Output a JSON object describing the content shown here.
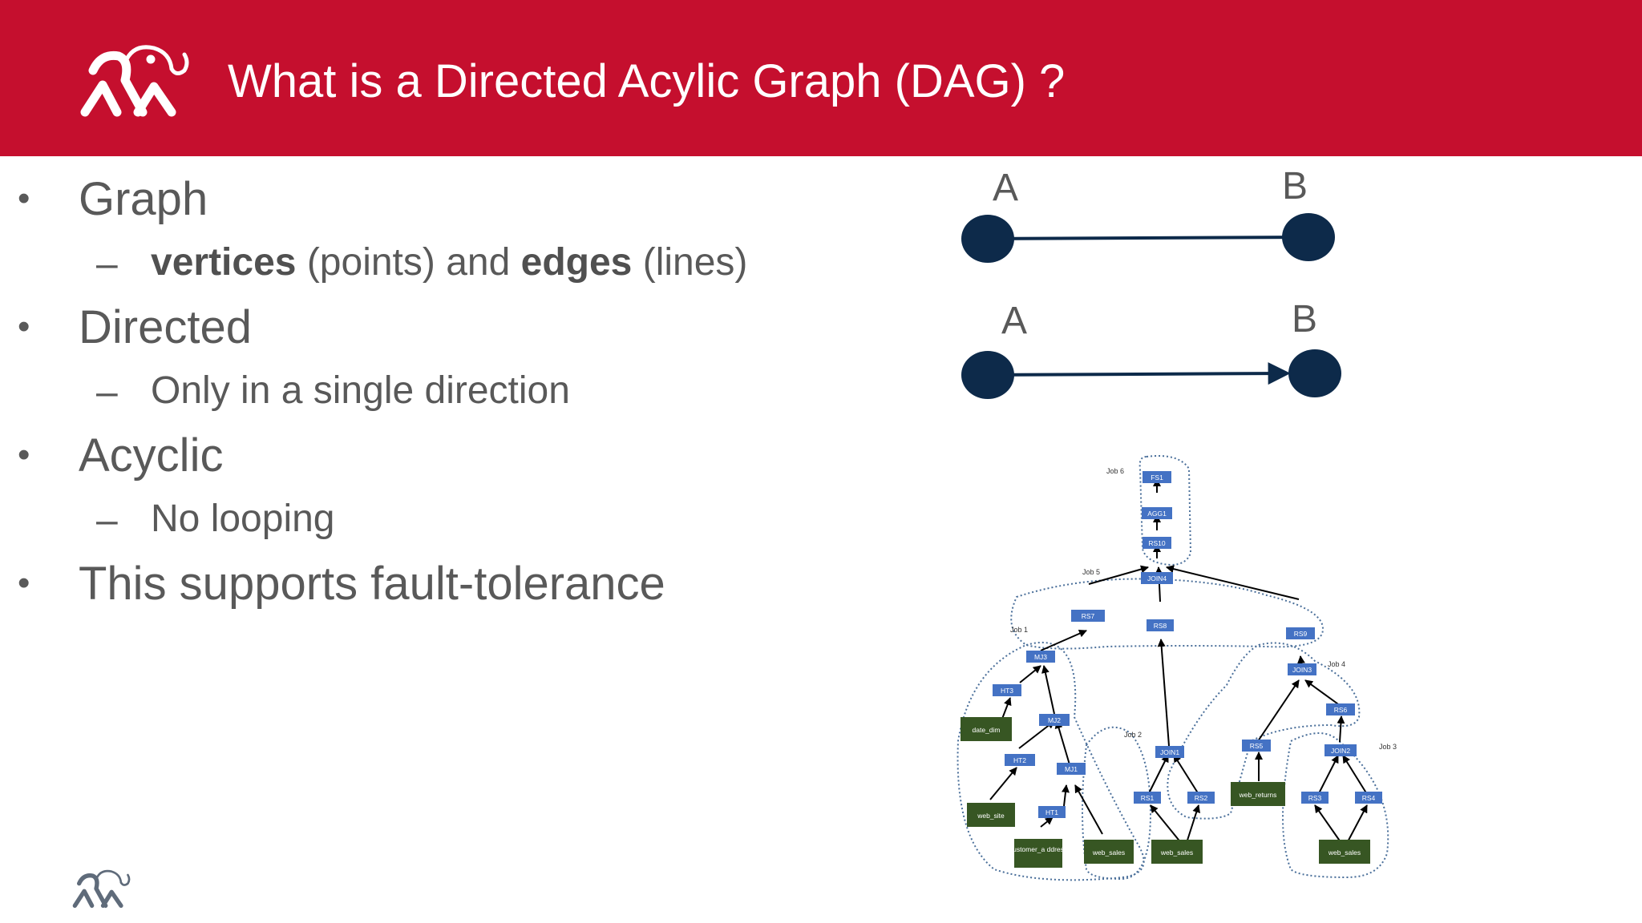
{
  "title": "What is a Directed Acylic Graph (DAG) ?",
  "bullets": [
    {
      "label": "Graph",
      "sub_parts": [
        "vertices",
        " (points) and ",
        "edges",
        " (lines)"
      ]
    },
    {
      "label": "Directed",
      "sub": "Only in a single direction"
    },
    {
      "label": "Acyclic",
      "sub": "No looping"
    },
    {
      "label": "This supports fault-tolerance"
    }
  ],
  "bullet_glyph": "•",
  "dash_glyph": "–",
  "graph_example": {
    "undirected": {
      "from": "A",
      "to": "B"
    },
    "directed": {
      "from": "A",
      "to": "B"
    }
  },
  "dag": {
    "job_labels": [
      "Job 6",
      "Job 5",
      "Job 1",
      "Job 4",
      "Job 2",
      "Job 3"
    ],
    "nodes": [
      "FS1",
      "AGG1",
      "RS10",
      "JOIN4",
      "RS7",
      "RS8",
      "RS9",
      "MJ3",
      "HT3",
      "date_dim",
      "MJ2",
      "HT2",
      "MJ1",
      "web_site",
      "HT1",
      "customer_a ddress",
      "web_sales",
      "JOIN1",
      "RS1",
      "RS2",
      "web_sales",
      "JOIN3",
      "RS6",
      "RS5",
      "web_returns",
      "JOIN2",
      "RS3",
      "RS4",
      "web_sales"
    ]
  },
  "colors": {
    "header": "#c50f2e",
    "node_blue": "#4472c4",
    "node_green": "#375623",
    "vertex": "#0d2a4a",
    "text_gray": "#595959"
  }
}
